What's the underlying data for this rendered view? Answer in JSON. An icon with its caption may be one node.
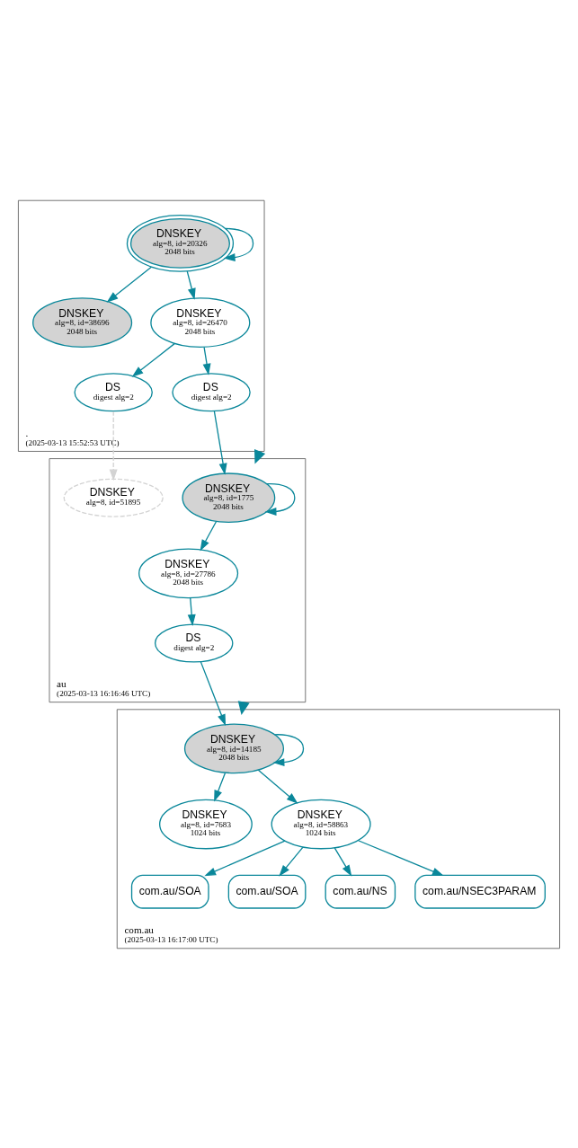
{
  "diagram": {
    "nodes": [
      {
        "text": [
          ".",
          "(2025-03-13 15:52:53 UTC)"
        ]
      },
      {
        "text": [
          "DNSKEY",
          "alg=8, id=20326",
          "2048 bits"
        ],
        "in": 0
      },
      {
        "text": [
          "DNSKEY",
          "alg=8, id=26470",
          "2048 bits"
        ],
        "in": 0
      },
      {
        "text": [
          "DNSKEY",
          "alg=8, id=38696",
          "2048 bits"
        ],
        "in": 0
      },
      {
        "text": [
          "DS",
          "digest alg=2"
        ],
        "in": 0
      },
      {
        "text": [
          "DS",
          "digest alg=2"
        ],
        "in": 0
      },
      {
        "text": [
          "au",
          "(2025-03-13 16:16:46 UTC)"
        ]
      },
      {
        "text": [
          "DNSKEY",
          "alg=8, id=1775",
          "2048 bits"
        ],
        "in": 6
      },
      {
        "text": [
          "DNSKEY",
          "alg=8, id=51895"
        ],
        "in": 6
      },
      {
        "text": [
          "DNSKEY",
          "alg=8, id=27786",
          "2048 bits"
        ],
        "in": 6
      },
      {
        "text": [
          "DS",
          "digest alg=2"
        ],
        "in": 6
      },
      {
        "text": [
          "com.au",
          "(2025-03-13 16:17:00 UTC)"
        ]
      },
      {
        "text": [
          "DNSKEY",
          "alg=8, id=14185",
          "2048 bits"
        ],
        "in": 11
      },
      {
        "text": [
          "DNSKEY",
          "alg=8, id=7683",
          "1024 bits"
        ],
        "in": 11
      },
      {
        "text": [
          "DNSKEY",
          "alg=8, id=58863",
          "1024 bits"
        ],
        "in": 11
      },
      {
        "text": [
          "com.au/SOA"
        ],
        "in": 11
      },
      {
        "text": [
          "com.au/SOA"
        ],
        "in": 11
      },
      {
        "text": [
          "com.au/NS"
        ],
        "in": 11
      },
      {
        "text": [
          "com.au/NSEC3PARAM"
        ],
        "in": 11
      }
    ],
    "edges": [
      {
        "from": 1,
        "to": 1,
        "arrow": "to"
      },
      {
        "from": 1,
        "to": 2,
        "arrow": "to"
      },
      {
        "from": 1,
        "to": 3,
        "arrow": "to"
      },
      {
        "from": 2,
        "to": 4,
        "arrow": "to"
      },
      {
        "from": 2,
        "to": 5,
        "arrow": "to"
      },
      {
        "from": 0,
        "to": 6,
        "arrow": "to",
        "style": "thick"
      },
      {
        "from": 4,
        "to": 7,
        "arrow": "to"
      },
      {
        "from": 5,
        "to": 8,
        "arrow": "to",
        "style": "dashed",
        "color": "#d3d3d3"
      },
      {
        "from": 7,
        "to": 7,
        "arrow": "to"
      },
      {
        "from": 7,
        "to": 9,
        "arrow": "to"
      },
      {
        "from": 9,
        "to": 10,
        "arrow": "to"
      },
      {
        "from": 6,
        "to": 11,
        "arrow": "to",
        "style": "thick"
      },
      {
        "from": 10,
        "to": 12,
        "arrow": "to"
      },
      {
        "from": 12,
        "to": 12,
        "arrow": "to"
      },
      {
        "from": 12,
        "to": 13,
        "arrow": "to"
      },
      {
        "from": 12,
        "to": 14,
        "arrow": "to"
      },
      {
        "from": 14,
        "to": 15,
        "arrow": "to"
      },
      {
        "from": 14,
        "to": 16,
        "arrow": "to"
      },
      {
        "from": 14,
        "to": 17,
        "arrow": "to"
      },
      {
        "from": 14,
        "to": 18,
        "arrow": "to"
      }
    ]
  }
}
